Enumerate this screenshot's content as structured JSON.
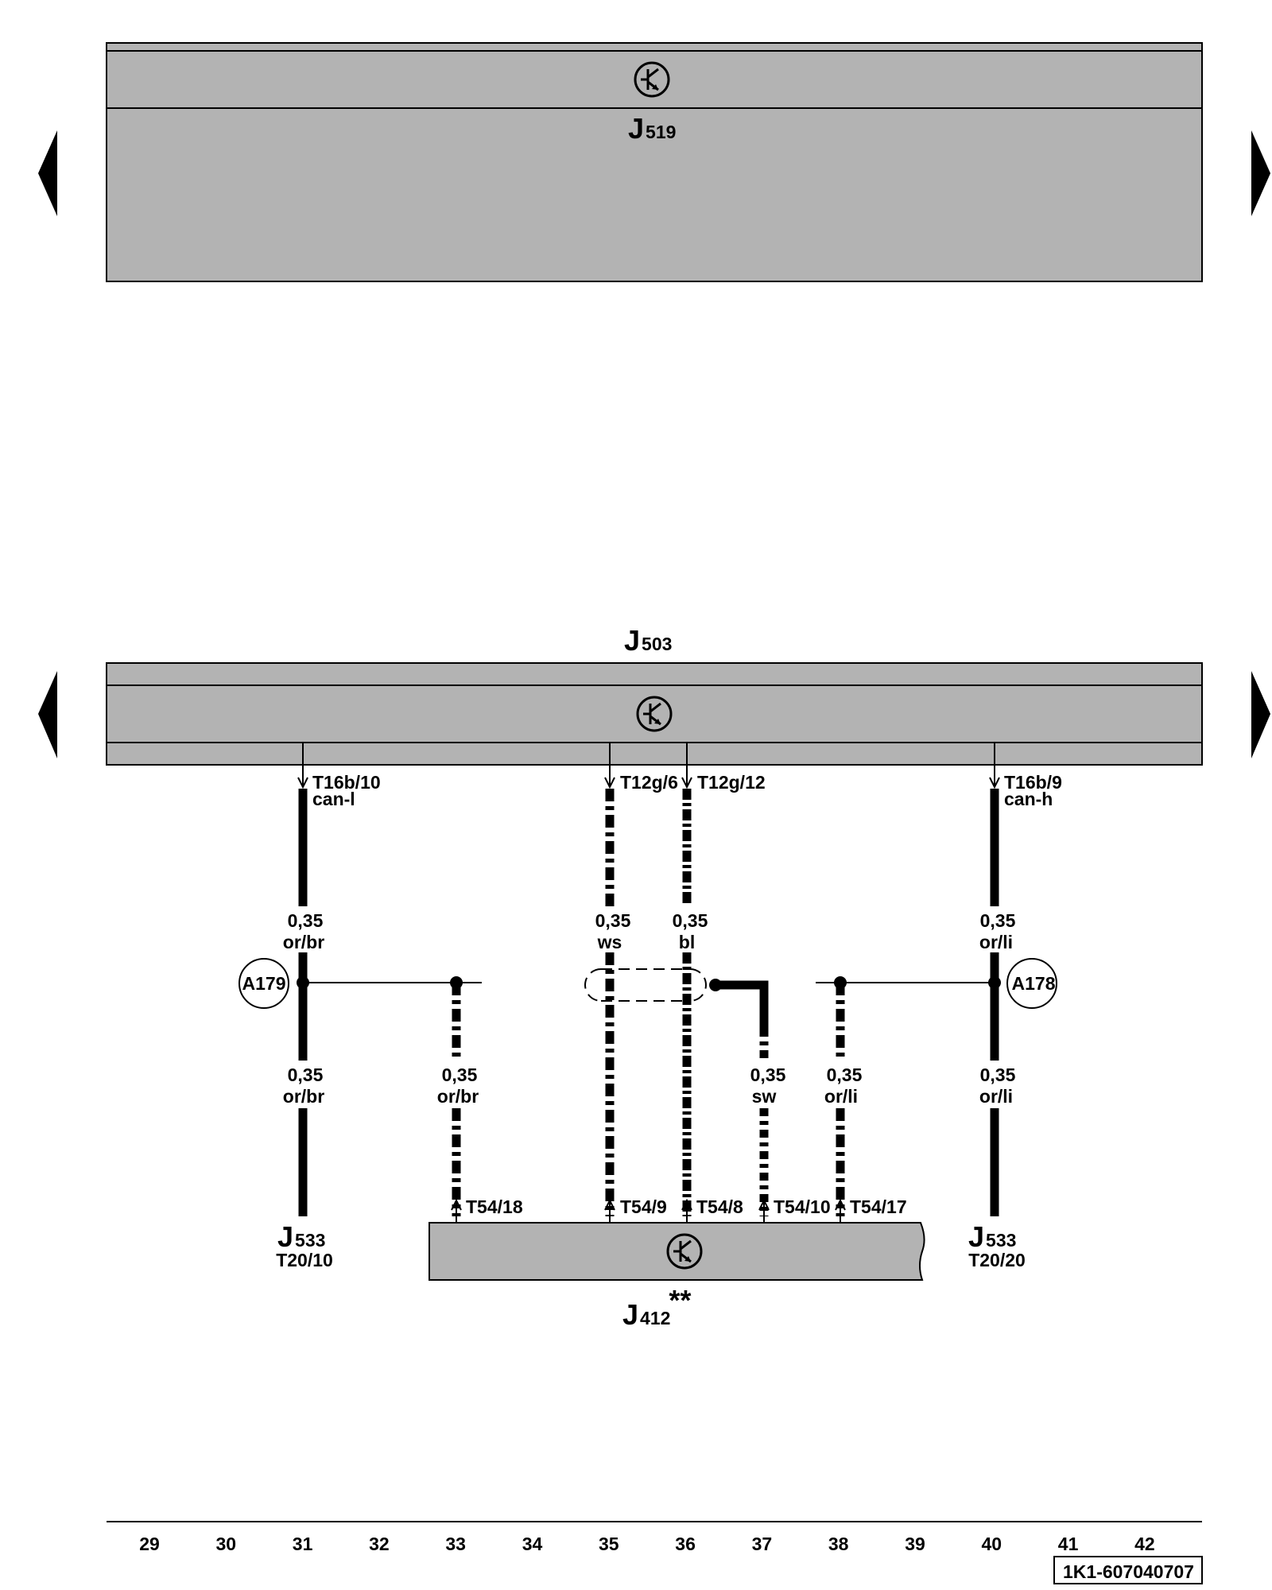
{
  "components": {
    "j519": {
      "name": "J",
      "sub": "519"
    },
    "j503": {
      "name": "J",
      "sub": "503"
    },
    "j412": {
      "name": "J",
      "sub": "412",
      "mark": "**"
    },
    "j533_left": {
      "name": "J",
      "sub": "533",
      "pin": "T20/10"
    },
    "j533_right": {
      "name": "J",
      "sub": "533",
      "pin": "T20/20"
    }
  },
  "pins": {
    "t16b10": "T16b/10",
    "can_l": "can-l",
    "t12g6": "T12g/6",
    "t12g12": "T12g/12",
    "t16b9": "T16b/9",
    "can_h": "can-h",
    "t54_18": "T54/18",
    "t54_9": "T54/9",
    "t54_8": "T54/8",
    "t54_10": "T54/10",
    "t54_17": "T54/17"
  },
  "wires": {
    "w1_top": {
      "size": "0,35",
      "color": "or/br"
    },
    "w1_bot": {
      "size": "0,35",
      "color": "or/br"
    },
    "w2": {
      "size": "0,35",
      "color": "or/br"
    },
    "w3": {
      "size": "0,35",
      "color": "ws"
    },
    "w4": {
      "size": "0,35",
      "color": "bl"
    },
    "w5": {
      "size": "0,35",
      "color": "sw"
    },
    "w6": {
      "size": "0,35",
      "color": "or/li"
    },
    "w7_top": {
      "size": "0,35",
      "color": "or/li"
    },
    "w7_bot": {
      "size": "0,35",
      "color": "or/li"
    }
  },
  "connectors": {
    "a179": "A179",
    "a178": "A178"
  },
  "axis": [
    "29",
    "30",
    "31",
    "32",
    "33",
    "34",
    "35",
    "36",
    "37",
    "38",
    "39",
    "40",
    "41",
    "42"
  ],
  "doc_id": "1K1-607040707",
  "colors": {
    "panel": "#b3b3b3",
    "ink": "#000000"
  }
}
